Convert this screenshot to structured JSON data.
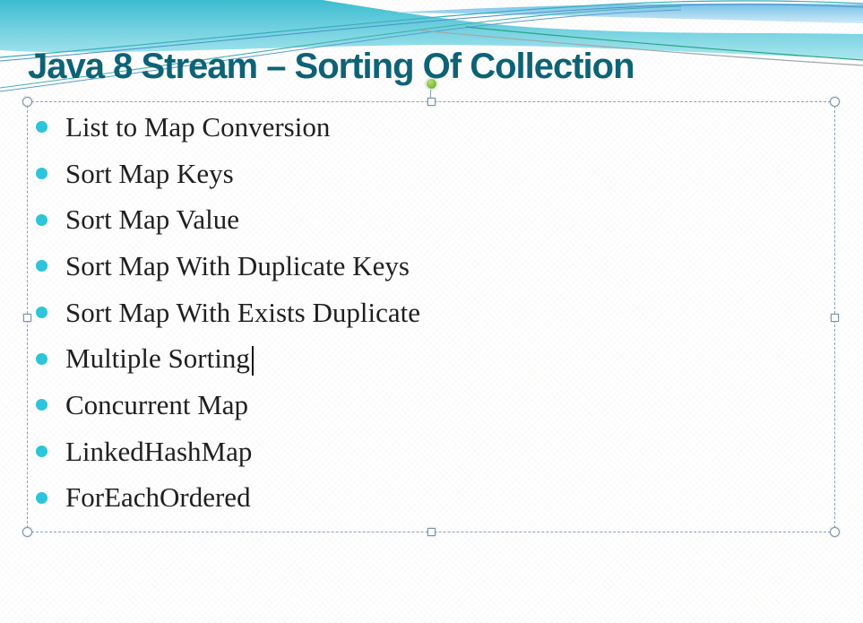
{
  "slide": {
    "title": "Java 8 Stream – Sorting Of Collection",
    "bullets": [
      "List to Map Conversion",
      "Sort Map Keys",
      "Sort Map Value",
      "Sort Map With Duplicate Keys",
      "Sort Map With Exists Duplicate",
      "Multiple Sorting",
      "Concurrent Map",
      "LinkedHashMap",
      "ForEachOrdered"
    ],
    "caret_after_item": "Multiple Sorting"
  },
  "colors": {
    "title_text": "#0d6276",
    "body_text": "#1f1f1f",
    "bullet_dot": "#2cc5d9",
    "selection_border": "#8aa0bd",
    "handle_border": "#7e93ab",
    "rotation_handle_green": "#7fbf3c",
    "wave_cyan_dark": "#3cbcd0",
    "wave_cyan_light": "#aae6ef",
    "wave_blue_dark": "#74c0e7",
    "wave_blue_light": "#cfeaf8"
  }
}
